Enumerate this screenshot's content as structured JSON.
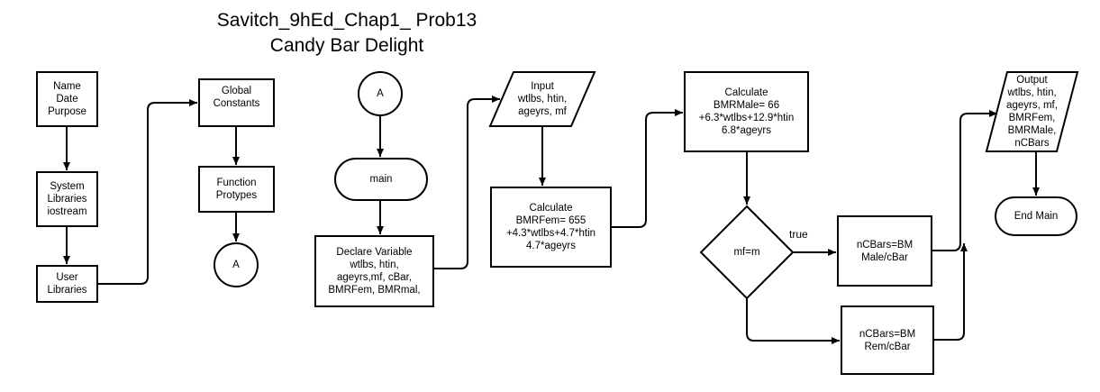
{
  "title": {
    "line1": "Savitch_9hEd_Chap1_ Prob13",
    "line2": "Candy Bar Delight"
  },
  "nodes": {
    "header": {
      "lines": [
        "Name",
        "Date",
        "Purpose"
      ]
    },
    "syslib": {
      "lines": [
        "System",
        "Libraries",
        "iostream"
      ]
    },
    "userlib": {
      "lines": [
        "User",
        "Libraries"
      ]
    },
    "globals": {
      "lines": [
        "Global",
        "Constants"
      ]
    },
    "protos": {
      "lines": [
        "Function",
        "Protypes"
      ]
    },
    "conn_a1": {
      "lines": [
        "A"
      ]
    },
    "conn_a2": {
      "lines": [
        "A"
      ]
    },
    "main": {
      "lines": [
        "main"
      ]
    },
    "declare": {
      "lines": [
        "Declare Variable",
        "wtlbs, htin,",
        "ageyrs,mf, cBar,",
        "BMRFem, BMRmal,"
      ]
    },
    "input": {
      "lines": [
        "Input",
        "wtlbs, htin,",
        "ageyrs, mf"
      ]
    },
    "calc_fem": {
      "lines": [
        "Calculate",
        "BMRFem= 655",
        "+4.3*wtlbs+4.7*htin",
        "4.7*ageyrs"
      ]
    },
    "calc_male": {
      "lines": [
        "Calculate",
        "BMRMale= 66",
        "+6.3*wtlbs+12.9*htin",
        "6.8*ageyrs"
      ]
    },
    "decision": {
      "lines": [
        "mf=m"
      ]
    },
    "bars_male": {
      "lines": [
        "nCBars=BM",
        "Male/cBar"
      ]
    },
    "bars_fem": {
      "lines": [
        "nCBars=BM",
        "Rem/cBar"
      ]
    },
    "output": {
      "lines": [
        "Output",
        "wtlbs, htin,",
        "ageyrs, mf,",
        "BMRFem,",
        "BMRMale,",
        "nCBars"
      ]
    },
    "end": {
      "lines": [
        "End Main"
      ]
    }
  },
  "edge_labels": {
    "true": "true"
  }
}
